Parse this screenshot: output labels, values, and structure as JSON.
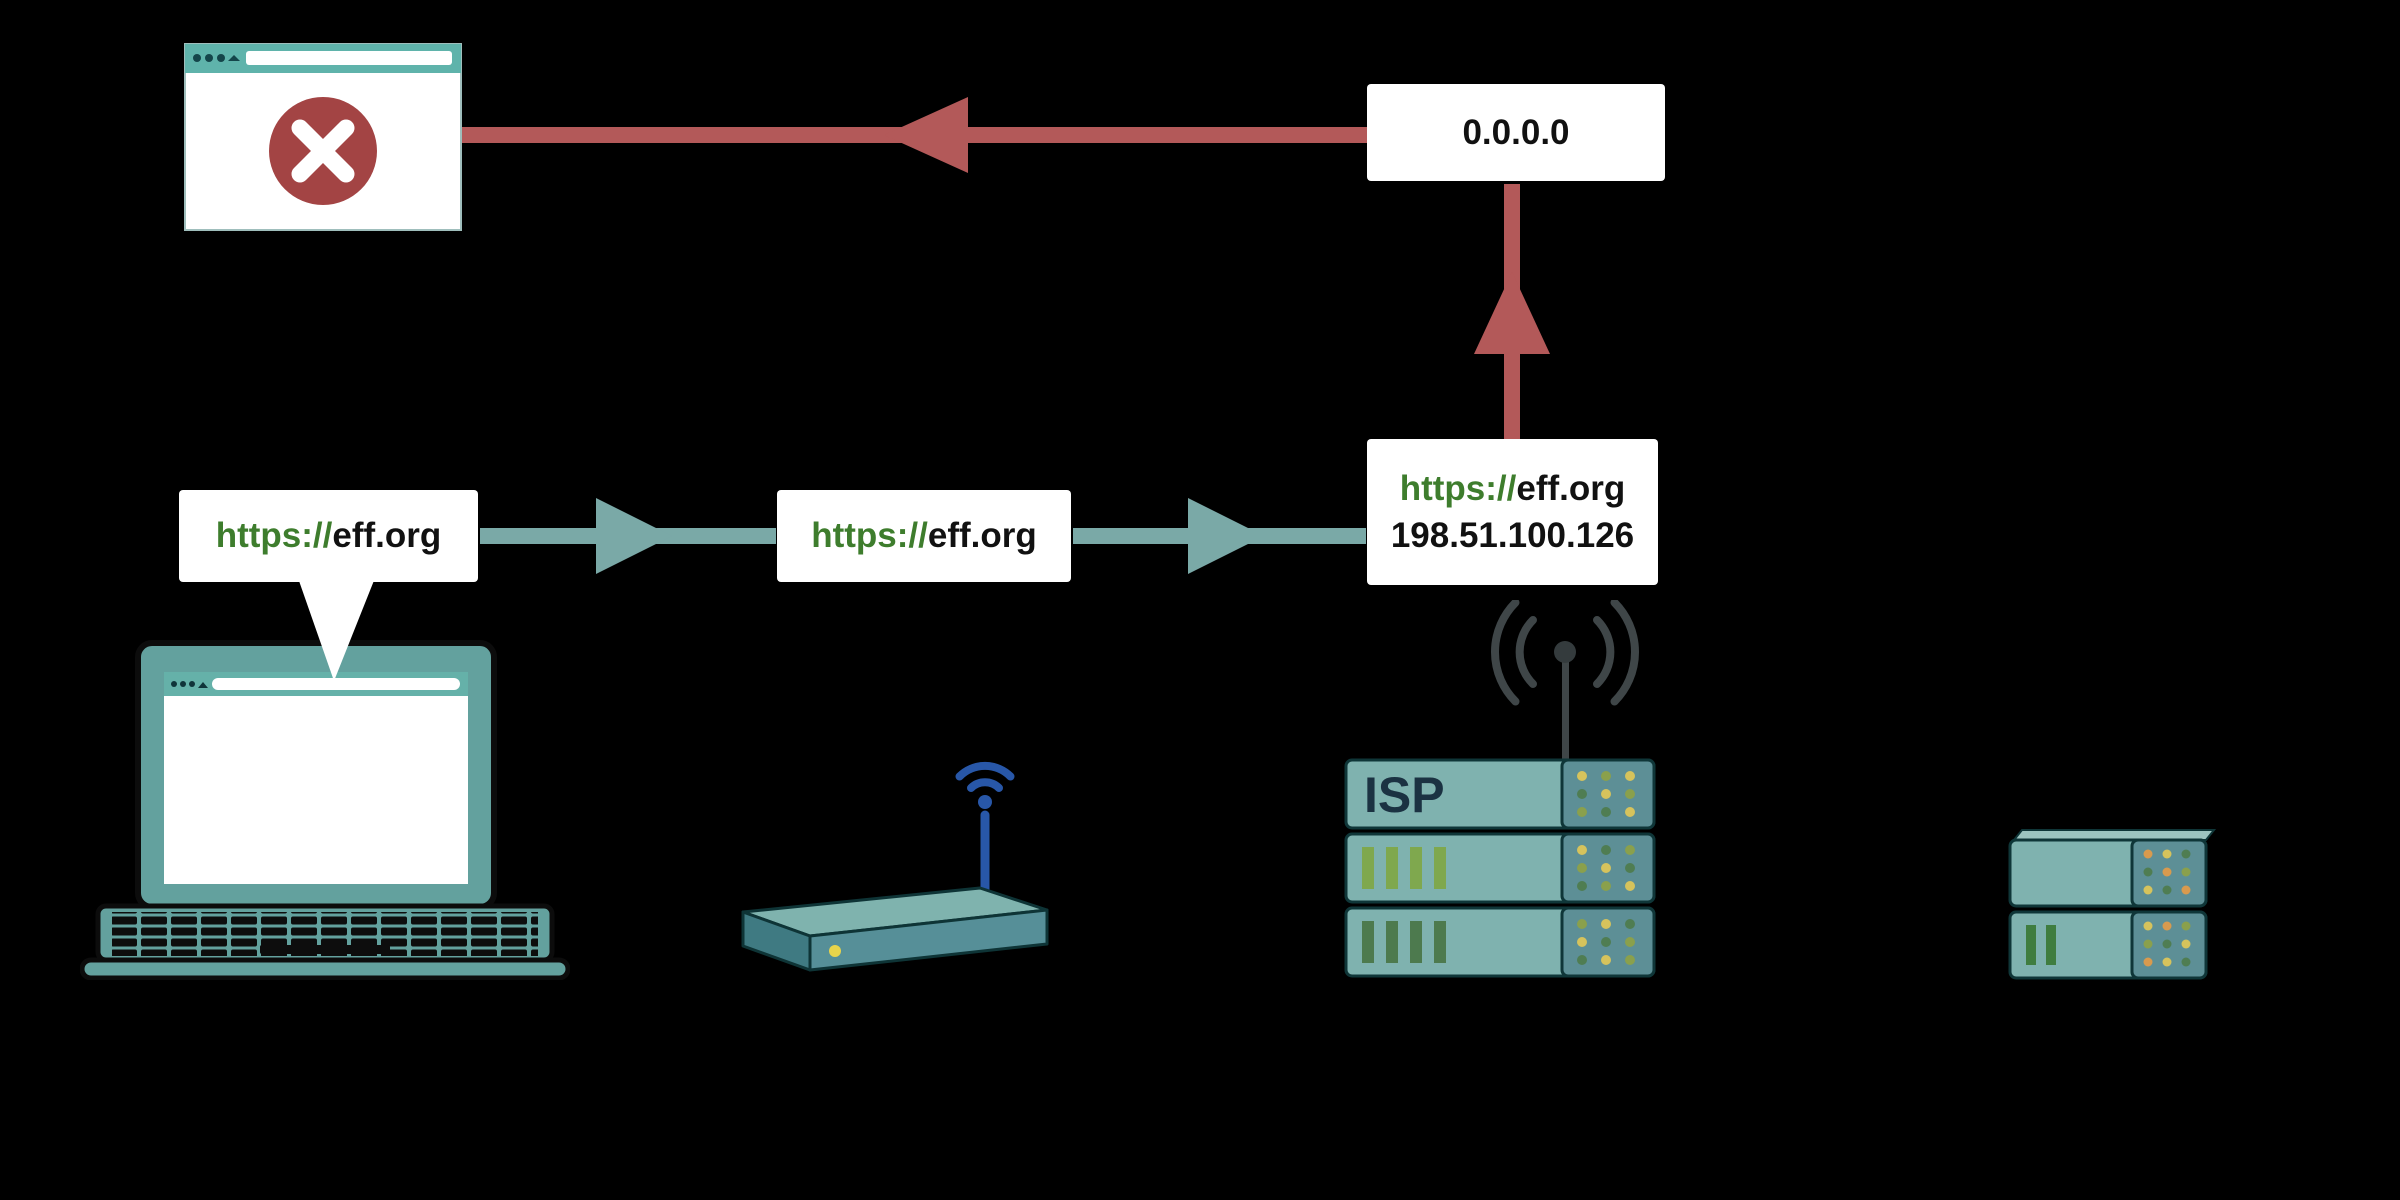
{
  "page": {
    "background": "#000000",
    "description_labels": {
      "blocked_response": "0.0.0.0",
      "isp_label": "ISP"
    }
  },
  "labels": {
    "blocked_response": "0.0.0.0",
    "request_from_laptop": {
      "scheme": "https://",
      "host": "eff.org"
    },
    "request_from_router": {
      "scheme": "https://",
      "host": "eff.org"
    },
    "dns_answer": {
      "scheme": "https://",
      "host": "eff.org",
      "ip": "198.51.100.126"
    },
    "isp_label": "ISP"
  },
  "colors": {
    "background": "#000000",
    "request_arrow_teal": "#7aa9a7",
    "blocked_arrow_red": "#b35959",
    "box_background": "#ffffff",
    "url_scheme_green": "#3e7d2d",
    "url_text_black": "#111111",
    "device_teal": "#7fb2af",
    "device_teal_dark": "#5d8f96",
    "laptop_teal": "#63a19e",
    "wifi_blue": "#2857a8",
    "error_circle_red": "#a34444",
    "led_yellow": "#d6c35c",
    "led_olive": "#8aa04c",
    "led_green": "#4f7d52",
    "bar_green": "#7fa84e",
    "bar_green_dark": "#4d7a4e",
    "isp_text": "#1b3242"
  },
  "icons": {
    "blocked_browser": "browser-window-with-error-x",
    "laptop": "laptop-with-browser",
    "router": "wifi-router",
    "isp_server": "isp-server-rack-with-antenna",
    "dns_server": "dns-resolver-server"
  }
}
